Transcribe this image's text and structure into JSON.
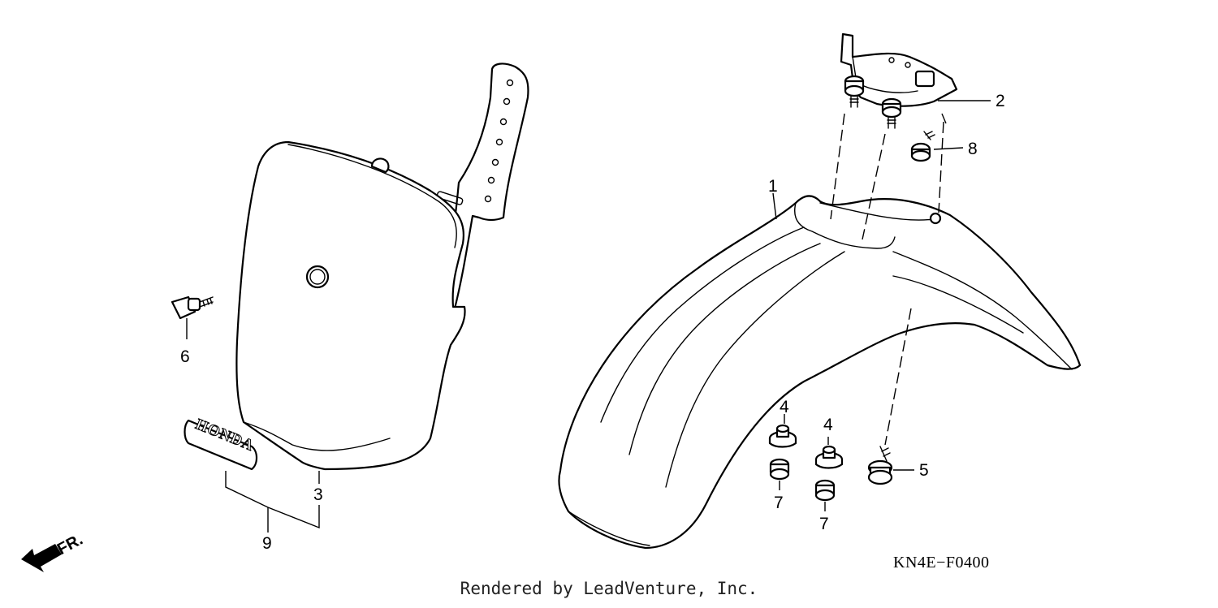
{
  "diagram_code": "KN4E−F0400",
  "footer_text": "Rendered by LeadVenture, Inc.",
  "direction_label": "FR.",
  "decal_text": "HONDA",
  "callouts": {
    "p1": "1",
    "p2": "2",
    "p3": "3",
    "p4a": "4",
    "p4b": "4",
    "p5": "5",
    "p6": "6",
    "p7a": "7",
    "p7b": "7",
    "p8": "8",
    "p9": "9"
  }
}
